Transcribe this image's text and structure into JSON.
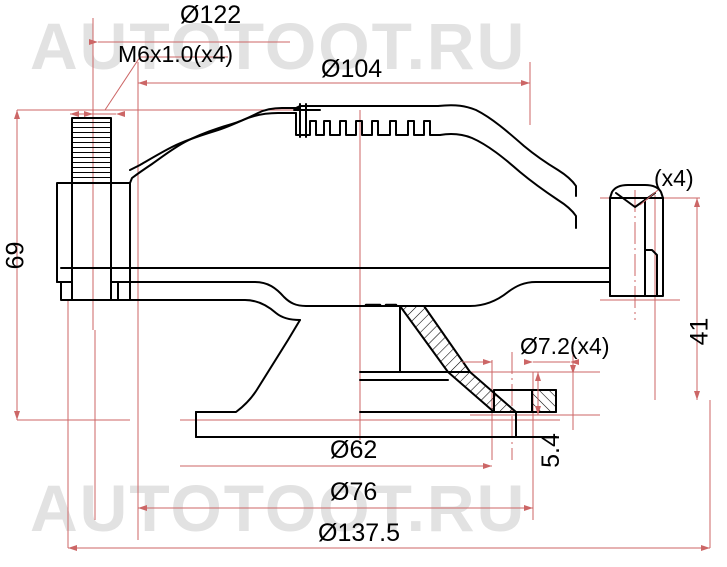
{
  "drawing": {
    "title": "Engine water pump / pulley assembly cross-section drawing",
    "type": "engineering-dimension-drawing",
    "watermark_top": "AUTOTOOT.RU",
    "watermark_bottom": "AUTOTOOT.RU",
    "line_color_object": "#000000",
    "line_color_dimension": "#cc6666",
    "background": "#ffffff"
  },
  "dimensions": {
    "d122": "Ø122",
    "thread": "M6x1.0(x4)",
    "d104": "Ø104",
    "qty4": "(x4)",
    "h69": "69",
    "h41": "41",
    "d72": "Ø7.2(x4)",
    "h54": "5.4",
    "d62": "Ø62",
    "d76": "Ø76",
    "d1375": "Ø137.5"
  },
  "chart_data": {
    "type": "table",
    "title": "Dimension callouts",
    "categories": [
      "Ø122",
      "M6x1.0(x4)",
      "Ø104",
      "(x4)",
      "69",
      "41",
      "Ø7.2(x4)",
      "5.4",
      "Ø62",
      "Ø76",
      "Ø137.5"
    ],
    "values": [
      122,
      6,
      104,
      4,
      69,
      41,
      7.2,
      5.4,
      62,
      76,
      137.5
    ]
  }
}
